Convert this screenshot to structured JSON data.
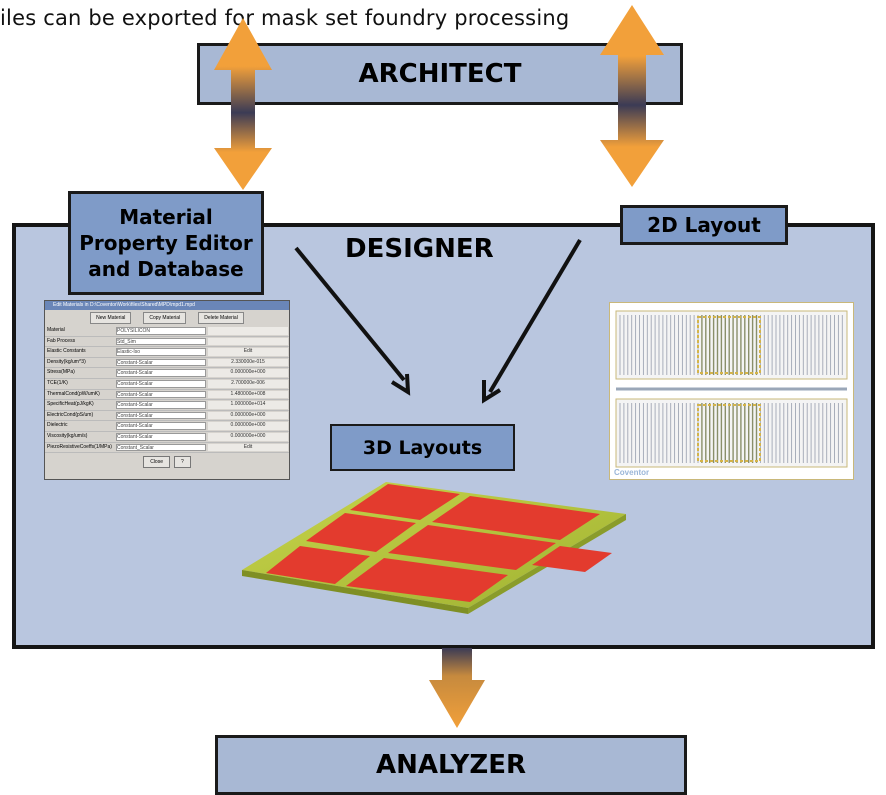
{
  "caption": "iles can be exported for mask set foundry processing",
  "architect": {
    "label": "ARCHITECT"
  },
  "designer": {
    "label": "DESIGNER"
  },
  "material_tab": {
    "line1": "Material",
    "line2": "Property Editor",
    "line3": "and Database"
  },
  "layout2d_tab": {
    "label": "2D Layout"
  },
  "layouts3d": {
    "label": "3D Layouts"
  },
  "analyzer": {
    "label": "ANALYZER"
  },
  "material_window": {
    "title": "Edit Materials in D:\\Coventor\\Work\\files\\Shared\\MPD\\mpd1.mpd",
    "new_label": "New Material",
    "copy_label": "Copy Material",
    "delete_label": "Delete Material",
    "close_label": "Close",
    "help_label": "?",
    "rows": [
      {
        "prop": "Material",
        "value": "POLYSILICON",
        "extra": ""
      },
      {
        "prop": "Fab Process",
        "value": "Std_Sim",
        "extra": ""
      },
      {
        "prop": "Elastic Constants",
        "value": "Elastic-Iso",
        "extra": "Edit"
      },
      {
        "prop": "Density(kg/um^3)",
        "value": "Constant-Scalar",
        "extra": "2.330000e-015"
      },
      {
        "prop": "Stress(MPa)",
        "value": "Constant-Scalar",
        "extra": "0.000000e+000"
      },
      {
        "prop": "TCE(1/K)",
        "value": "Constant-Scalar",
        "extra": "2.700000e-006"
      },
      {
        "prop": "ThermalCond(pW/umK)",
        "value": "Constant-Scalar",
        "extra": "1.480000e+008"
      },
      {
        "prop": "SpecificHeat(pJ/kgK)",
        "value": "Constant-Scalar",
        "extra": "1.000000e+014"
      },
      {
        "prop": "ElectricCond(pS/um)",
        "value": "Constant-Scalar",
        "extra": "0.000000e+000"
      },
      {
        "prop": "Dielectric",
        "value": "Constant-Scalar",
        "extra": "0.000000e+000"
      },
      {
        "prop": "Viscosity(kg/um/s)",
        "value": "Constant-Scalar",
        "extra": "0.000000e+000"
      },
      {
        "prop": "PiezoResistiveCoeffs(1/MPa)",
        "value": "Constant_Scalar",
        "extra": "Edit"
      }
    ]
  },
  "layout_thumb": {
    "brand": "Coventor"
  },
  "colors": {
    "arrow_orange": "#f2a03a",
    "arrow_dark": "#3b3b55",
    "box_fill": "#a8b8d4",
    "tab_fill": "#7f9bc8",
    "designer_fill": "#b9c6df"
  },
  "icons": [
    "double-arrow-icon",
    "orange-down-arrow-icon",
    "black-arrow-icon"
  ]
}
